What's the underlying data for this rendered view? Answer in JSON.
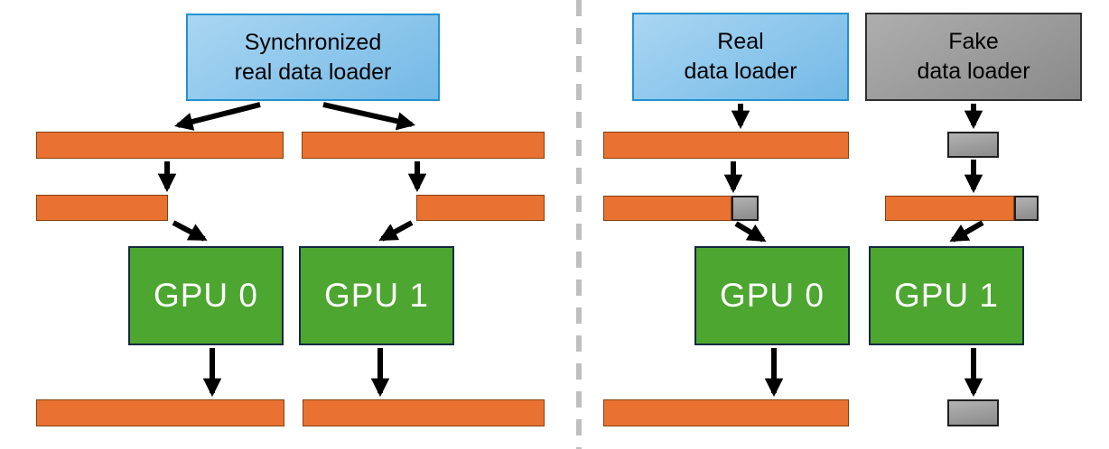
{
  "diagram": {
    "left_panel": {
      "loader": {
        "line1": "Synchronized",
        "line2": "real data loader"
      },
      "gpu0": "GPU 0",
      "gpu1": "GPU 1"
    },
    "right_panel": {
      "real_loader": {
        "line1": "Real",
        "line2": "data loader"
      },
      "fake_loader": {
        "line1": "Fake",
        "line2": "data loader"
      },
      "gpu0": "GPU 0",
      "gpu1": "GPU 1"
    },
    "colors": {
      "background": "#ffffff",
      "text_black": "#000000",
      "loader_blue_top": "#a9d6f2",
      "loader_blue_bottom": "#74b9e6",
      "loader_blue_border": "#2391d0",
      "gray_top": "#aeaeae",
      "gray_bottom": "#8a8a8a",
      "gray_border": "#2f2f2f",
      "small_gray_top": "#b2b2b2",
      "small_gray_bottom": "#8b8b8b",
      "small_gray_border": "#1f1f1f",
      "bar_orange": "#e97132",
      "bar_orange_border": "#84410e",
      "gpu_green": "#4ca62f",
      "gpu_green_border": "#16293f",
      "gpu_text": "#ffffff",
      "divider_gray": "#bfbfbf",
      "arrow_black": "#000000"
    }
  }
}
